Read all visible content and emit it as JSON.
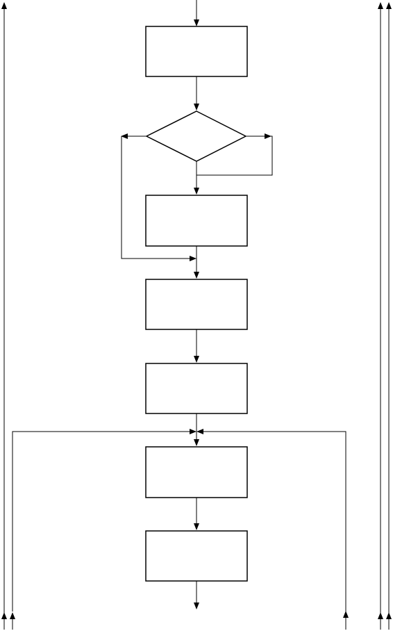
{
  "diagram": {
    "type": "flowchart",
    "stroke_color": "#000000",
    "background_color": "#ffffff",
    "nodes": [
      {
        "id": "box-1",
        "shape": "process",
        "label": ""
      },
      {
        "id": "decision-1",
        "shape": "decision",
        "label": ""
      },
      {
        "id": "box-2",
        "shape": "process",
        "label": ""
      },
      {
        "id": "box-3",
        "shape": "process",
        "label": ""
      },
      {
        "id": "box-4",
        "shape": "process",
        "label": ""
      },
      {
        "id": "box-5",
        "shape": "process",
        "label": ""
      },
      {
        "id": "box-6",
        "shape": "process",
        "label": ""
      }
    ],
    "edges": [
      {
        "from": "entry",
        "to": "box-1"
      },
      {
        "from": "box-1",
        "to": "decision-1"
      },
      {
        "from": "decision-1",
        "to": "box-2",
        "via": "right-branch-loop"
      },
      {
        "from": "decision-1",
        "to": "box-3",
        "via": "left-branch-bypass"
      },
      {
        "from": "box-2",
        "to": "box-3"
      },
      {
        "from": "box-3",
        "to": "box-4"
      },
      {
        "from": "box-4",
        "to": "box-5"
      },
      {
        "from": "left-return-line",
        "to": "box-5"
      },
      {
        "from": "right-return-line",
        "to": "box-5"
      },
      {
        "from": "box-5",
        "to": "box-6"
      },
      {
        "from": "box-6",
        "to": "exit"
      }
    ]
  }
}
